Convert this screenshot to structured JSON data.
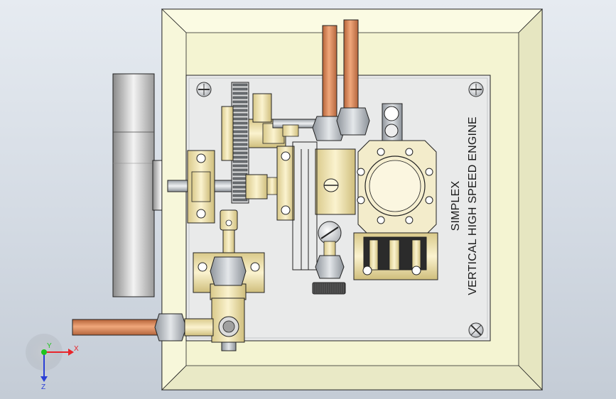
{
  "plate": {
    "line1": "SIMPLEX",
    "line2": "VERTICAL HIGH SPEED ENGINE"
  },
  "triad": {
    "x_label": "X",
    "y_label": "Y",
    "z_label": "Z",
    "x_color": "#e8252b",
    "y_color": "#1ec51e",
    "z_color": "#2a3fd6"
  },
  "colors": {
    "background": "#d6dde6",
    "base_frame": "#f4f4d2",
    "base_plate": "#e9eaea",
    "brass": "#f1e3a8",
    "copper": "#d98a5a",
    "steel": "#c9ccd0"
  }
}
